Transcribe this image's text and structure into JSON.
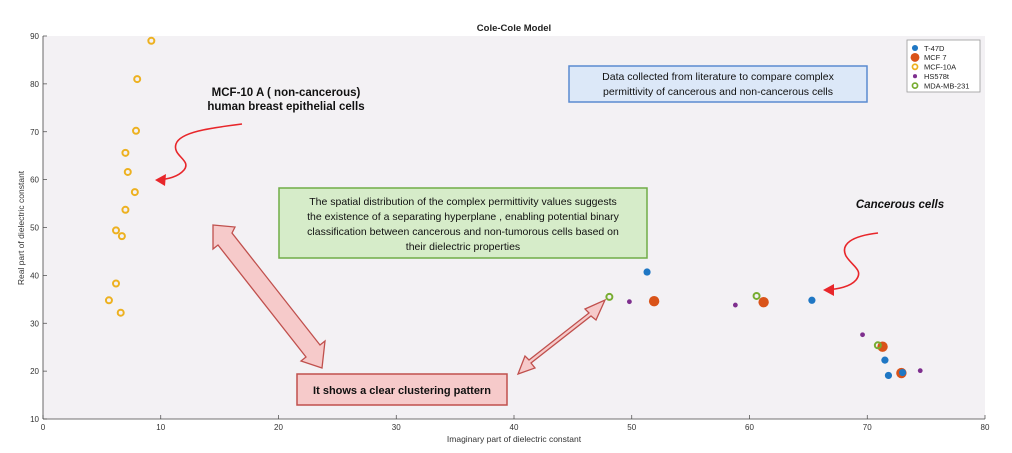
{
  "chart_data": {
    "type": "scatter",
    "title": "Cole-Cole Model",
    "xlabel": "Imaginary part of dielectric constant",
    "ylabel": "Real part of dielectric constant",
    "xlim": [
      0,
      80
    ],
    "ylim": [
      10,
      90
    ],
    "xticks": [
      0,
      10,
      20,
      30,
      40,
      50,
      60,
      70,
      80
    ],
    "yticks": [
      10,
      20,
      30,
      40,
      50,
      60,
      70,
      80,
      90
    ],
    "grid": false,
    "legend_position": "top-right",
    "series": [
      {
        "name": "T-47D",
        "color": "#1f77c4",
        "marker": "filled-circle",
        "points": [
          [
            51.3,
            40.7
          ],
          [
            65.3,
            34.8
          ],
          [
            71.5,
            22.3
          ],
          [
            71.8,
            19.1
          ],
          [
            73.0,
            19.7
          ]
        ]
      },
      {
        "name": "MCF 7",
        "color": "#d95319",
        "marker": "filled-circle-large",
        "points": [
          [
            51.9,
            34.6
          ],
          [
            61.2,
            34.4
          ],
          [
            71.3,
            25.1
          ],
          [
            72.9,
            19.6
          ]
        ]
      },
      {
        "name": "MCF-10A",
        "color": "#edb120",
        "marker": "ring",
        "points": [
          [
            9.2,
            89.0
          ],
          [
            8.0,
            81.0
          ],
          [
            7.9,
            70.2
          ],
          [
            7.0,
            65.6
          ],
          [
            7.2,
            61.6
          ],
          [
            7.8,
            57.4
          ],
          [
            7.0,
            53.7
          ],
          [
            6.2,
            49.4
          ],
          [
            6.7,
            48.2
          ],
          [
            6.2,
            38.3
          ],
          [
            5.6,
            34.8
          ],
          [
            6.6,
            32.2
          ]
        ]
      },
      {
        "name": "HS578t",
        "color": "#7e2f8e",
        "marker": "small-dot",
        "points": [
          [
            49.8,
            34.5
          ],
          [
            58.8,
            33.8
          ],
          [
            69.6,
            27.6
          ],
          [
            74.5,
            20.1
          ]
        ]
      },
      {
        "name": "MDA-MB-231",
        "color": "#77ac30",
        "marker": "ring",
        "points": [
          [
            48.1,
            35.5
          ],
          [
            60.6,
            35.7
          ],
          [
            70.9,
            25.4
          ]
        ]
      }
    ],
    "annotations": {
      "mcf10a_label": [
        "MCF-10 A ( non-cancerous)",
        "human breast epithelial cells"
      ],
      "cancerous_label": "Cancerous cells",
      "data_source_box": [
        "Data collected from literature to compare complex",
        "permittivity of  cancerous and non-cancerous cells"
      ],
      "hyperplane_box": [
        "The spatial distribution of the complex permittivity values suggests",
        "the existence of a separating hyperplane , enabling potential binary",
        "classification between cancerous and non-tumorous cells based on",
        "their dielectric properties"
      ],
      "cluster_box": "It shows a clear clustering pattern"
    }
  },
  "colors": {
    "plot_background": "#f3f1f4",
    "data_box_fill": "#dce8f8",
    "data_box_border": "#5b8bd0",
    "hyperplane_box_fill": "#d6ecc9",
    "hyperplane_box_border": "#70ad47",
    "cluster_box_fill": "#f6caca",
    "cluster_box_border": "#c0504d",
    "arrow_red": "#e8262a",
    "double_arrow_fill": "#f6caca",
    "double_arrow_border": "#c0504d"
  }
}
